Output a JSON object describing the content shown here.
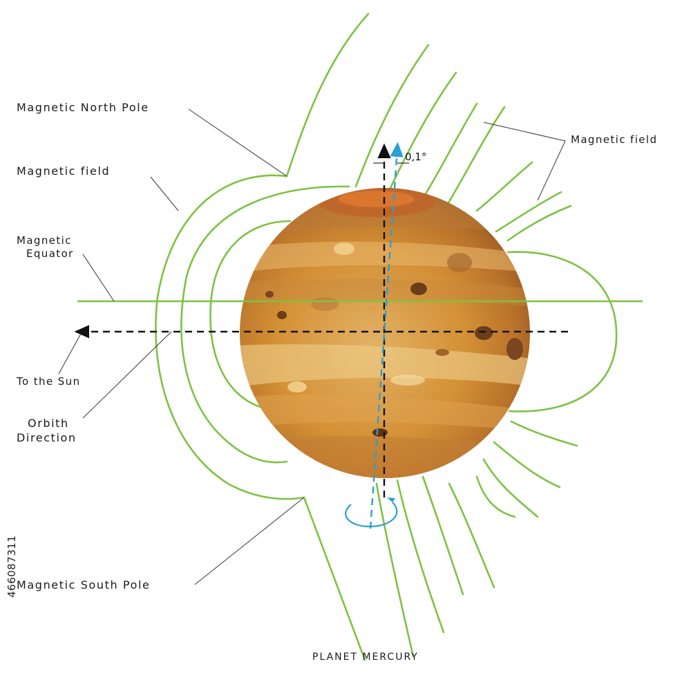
{
  "diagram": {
    "caption": "PLANET MERCURY",
    "tilt_label": "0,1°",
    "labels": {
      "magnetic_north_pole": "Magnetic North Pole",
      "magnetic_field_left": "Magnetic field",
      "magnetic_field_right": "Magnetic field",
      "magnetic_equator_line1": "Magnetic",
      "magnetic_equator_line2": "Equator",
      "to_the_sun": "To the Sun",
      "orbit_direction_line1": "Orbith",
      "orbit_direction_line2": "Direction",
      "magnetic_south_pole": "Magnetic South Pole"
    },
    "watermark_id": "466087311",
    "colors": {
      "field_lines": "#7dc242",
      "rotation_axis": "#2a9fd6",
      "orbit_axis": "#111111",
      "planet_base": "#d7963a",
      "planet_dark": "#8a5320",
      "planet_light": "#e9c27a",
      "leader_lines": "#333333"
    }
  }
}
